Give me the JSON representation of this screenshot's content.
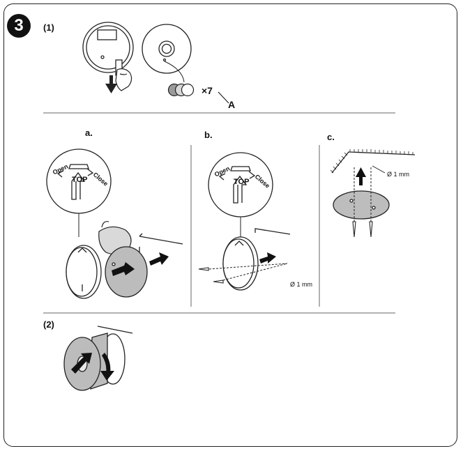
{
  "step_number": "3",
  "section1_label": "(1)",
  "multiplier_label": "×7",
  "part_label": "A",
  "sub_a": "a.",
  "sub_b": "b.",
  "sub_c": "c.",
  "magnifier_open": "Open",
  "magnifier_top": "TOP",
  "magnifier_close": "Close",
  "drill_b": "Ø 1 mm",
  "drill_c": "Ø 1 mm",
  "section2_label": "(2)",
  "colors": {
    "stroke": "#222222",
    "fill_gray": "#bdbdbd",
    "fill_dark": "#8a8a8a",
    "divider": "#999999"
  },
  "icons": [
    "arrow-down-icon",
    "arrow-right-icon",
    "arrow-up-icon",
    "rotate-arrow-icon",
    "screw-icon",
    "hand-icon"
  ]
}
